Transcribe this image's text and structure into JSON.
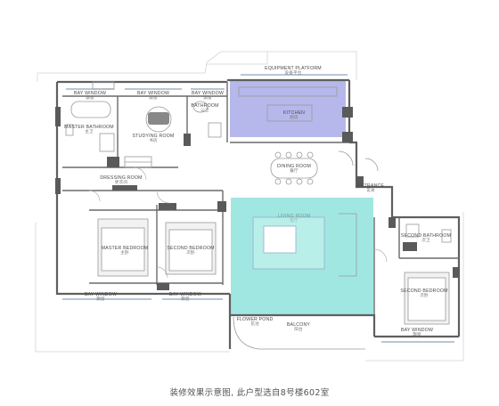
{
  "caption": "装修效果示意图, 此户型选自8号楼602室",
  "colors": {
    "wall": "#5f5f5f",
    "kitchen_fill": "#a9abe8",
    "living_fill": "#8fe3dd",
    "line": "#8a8a8a"
  },
  "rooms": {
    "equipment_platform": {
      "en": "EQUIPMENT PLATFORM",
      "cn": "设备平台"
    },
    "bay_window_1": {
      "en": "BAY WINDOW",
      "cn": "飘窗"
    },
    "bay_window_2": {
      "en": "BAY WINDOW",
      "cn": "飘窗"
    },
    "bay_window_3": {
      "en": "BAY WINDOW",
      "cn": "飘窗"
    },
    "bay_window_4": {
      "en": "BAY WINDOW",
      "cn": "飘窗"
    },
    "bay_window_5": {
      "en": "BAY WINDOW",
      "cn": "飘窗"
    },
    "bay_window_6": {
      "en": "BAY WINDOW",
      "cn": "飘窗"
    },
    "master_bathroom": {
      "en": "MASTER BATHROOM",
      "cn": "主卫"
    },
    "studying_room": {
      "en": "STUDYING ROOM",
      "cn": "书房"
    },
    "bathroom": {
      "en": "BATHROOM",
      "cn": "公卫"
    },
    "kitchen": {
      "en": "KITCHEN",
      "cn": "厨房"
    },
    "dressing_room": {
      "en": "DRESSING ROOM",
      "cn": "更衣间"
    },
    "dining_room": {
      "en": "DINING ROOM",
      "cn": "餐厅"
    },
    "entrance": {
      "en": "ENTRANCE",
      "cn": "玄关"
    },
    "living_room": {
      "en": "LIVING ROOM",
      "cn": "客厅"
    },
    "master_bedroom": {
      "en": "MASTER BEDROOM",
      "cn": "主卧"
    },
    "second_bedroom_1": {
      "en": "SECOND BEDROOM",
      "cn": "次卧"
    },
    "second_bathroom": {
      "en": "SECOND BATHROOM",
      "cn": "次卫"
    },
    "second_bedroom_2": {
      "en": "SECOND BEDROOM",
      "cn": "次卧"
    },
    "flower_pond": {
      "en": "FLOWER POND",
      "cn": "花池"
    },
    "balcony": {
      "en": "BALCONY",
      "cn": "阳台"
    }
  }
}
